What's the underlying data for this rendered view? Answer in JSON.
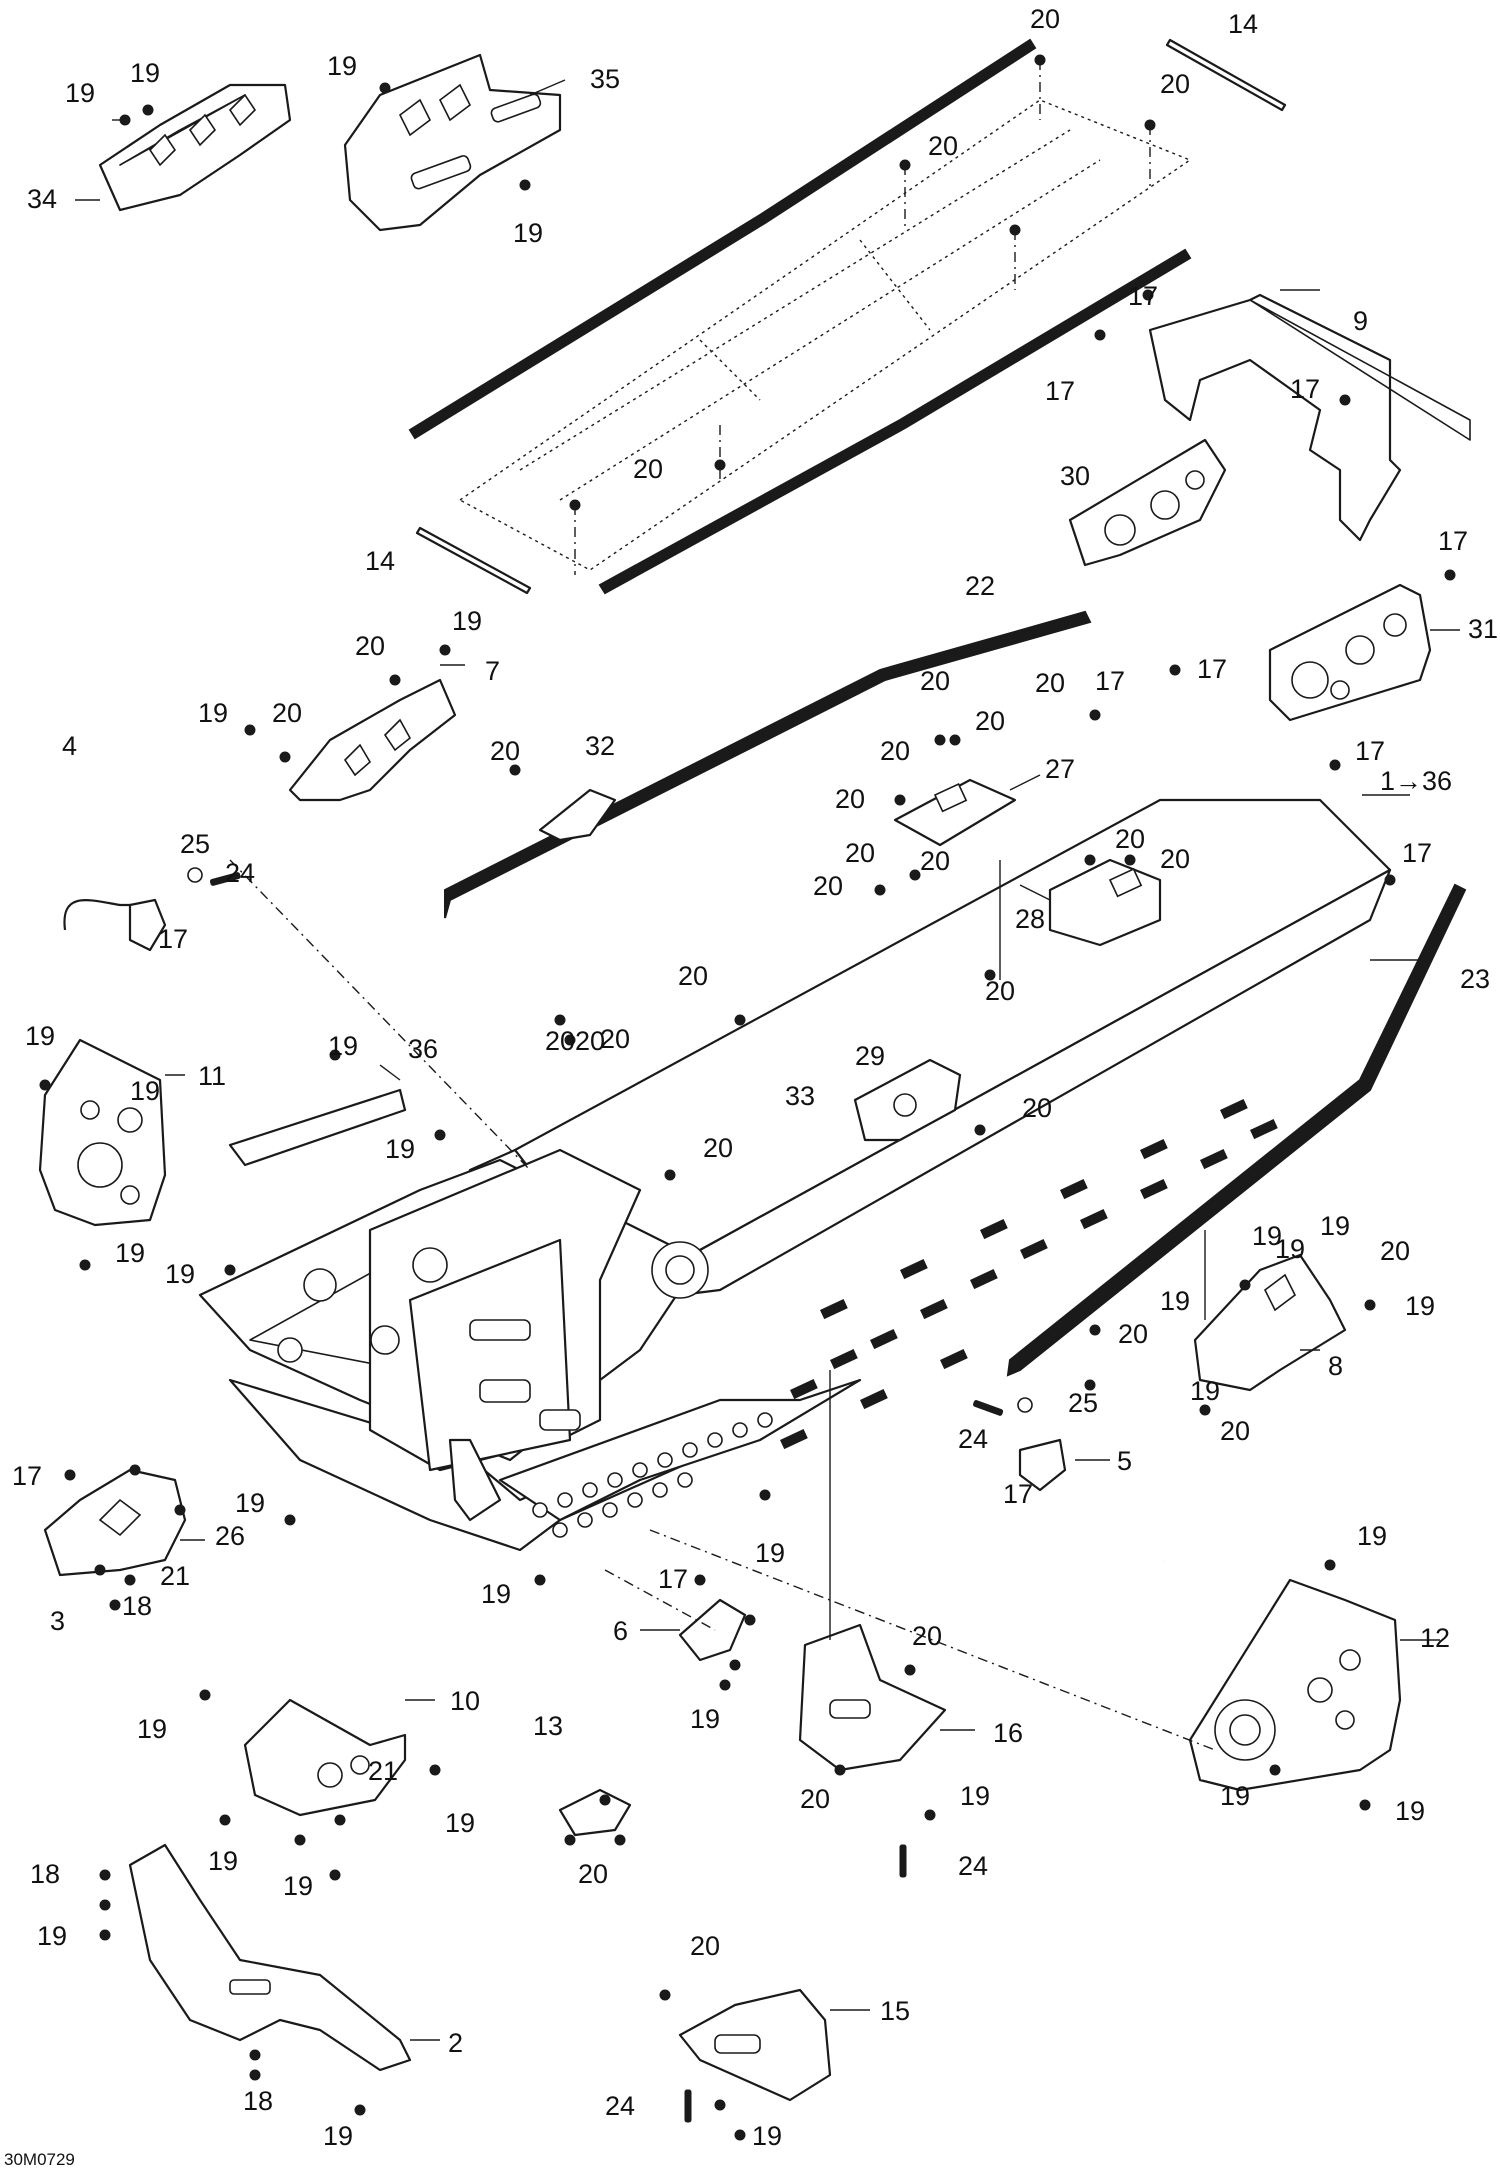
{
  "figure_ref": "30M0729",
  "colors": {
    "ink": "#1a1a1a",
    "paper": "#ffffff"
  },
  "callouts": {
    "c1": "1→36",
    "c2": "2",
    "c3": "3",
    "c4": "4",
    "c5": "5",
    "c6": "6",
    "c7": "7",
    "c8": "8",
    "c9": "9",
    "c10": "10",
    "c11": "11",
    "c12": "12",
    "c13": "13",
    "c14a": "14",
    "c14b": "14",
    "c15": "15",
    "c16": "16",
    "c17a": "17",
    "c17b": "17",
    "c17c": "17",
    "c17d": "17",
    "c17e": "17",
    "c17f": "17",
    "c17g": "17",
    "c17h": "17",
    "c17i": "17",
    "c17j": "17",
    "c17k": "17",
    "c17l": "17",
    "c18a": "18",
    "c18b": "18",
    "c18c": "18",
    "c19a": "19",
    "c19b": "19",
    "c19c": "19",
    "c19d": "19",
    "c19e": "19",
    "c19f": "19",
    "c19g": "19",
    "c19h": "19",
    "c19i": "19",
    "c19j": "19",
    "c19k": "19",
    "c19l": "19",
    "c19m": "19",
    "c19n": "19",
    "c19o": "19",
    "c19p": "19",
    "c19q": "19",
    "c19r": "19",
    "c19s": "19",
    "c19t": "19",
    "c19u": "19",
    "c19v": "19",
    "c19w": "19",
    "c19x": "19",
    "c19y": "19",
    "c19z": "19",
    "c19aa": "19",
    "c19ab": "19",
    "c19ac": "19",
    "c19ad": "19",
    "c19ae": "19",
    "c19af": "19",
    "c19ag": "19",
    "c20a": "20",
    "c20b": "20",
    "c20c": "20",
    "c20d": "20",
    "c20e": "20",
    "c20f": "20",
    "c20g": "20",
    "c20h": "20",
    "c20i": "20",
    "c20j": "20",
    "c20k": "20",
    "c20l": "20",
    "c20m": "20",
    "c20n": "20",
    "c20o": "20",
    "c20p": "20",
    "c20q": "20",
    "c20r": "20",
    "c20s": "20",
    "c20t": "20",
    "c20u": "20",
    "c20v": "20",
    "c20w": "20",
    "c20x": "20",
    "c20y": "20",
    "c20z": "20",
    "c20aa": "20",
    "c20ab": "20",
    "c20ac": "20",
    "c20ad": "20",
    "c20ae": "20",
    "c21a": "21",
    "c21b": "21",
    "c22": "22",
    "c23": "23",
    "c24a": "24",
    "c24b": "24",
    "c24c": "24",
    "c24d": "24",
    "c25a": "25",
    "c25b": "25",
    "c26": "26",
    "c27": "27",
    "c28": "28",
    "c29": "29",
    "c30": "30",
    "c31": "31",
    "c32": "32",
    "c33": "33",
    "c34": "34",
    "c35": "35",
    "c36": "36"
  }
}
